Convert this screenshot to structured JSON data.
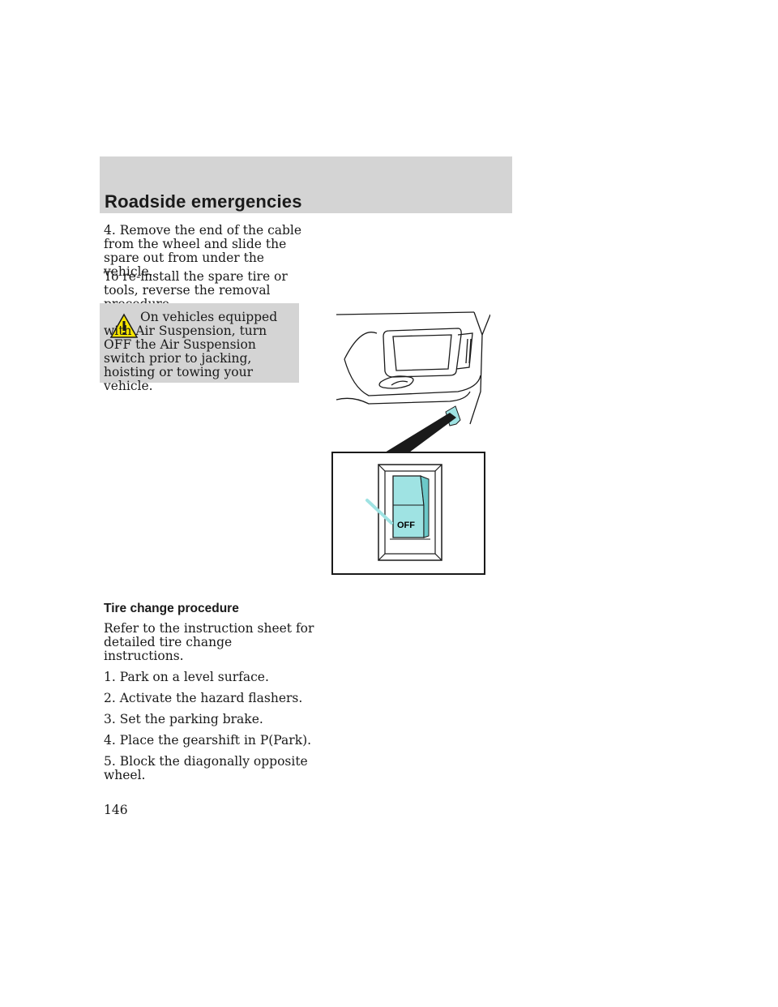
{
  "header": {
    "title": "Roadside emergencies"
  },
  "intro": {
    "step4": "4. Remove the end of the cable from the wheel and slide the spare out from under the vehicle.",
    "reinstall": "To re-install the spare tire or tools, reverse the removal procedure."
  },
  "warning": {
    "icon": "warning-triangle-icon",
    "text": "On vehicles equipped with Air Suspension, turn OFF the Air Suspension switch prior to jacking, hoisting or towing your vehicle."
  },
  "figure": {
    "switch_label": "OFF",
    "accent_color": "#9fe3e3"
  },
  "tire_change": {
    "heading": "Tire change procedure",
    "intro": "Refer to the instruction sheet for detailed tire change instructions.",
    "steps": [
      "1. Park on a level surface.",
      "2. Activate the hazard flashers.",
      "3. Set the parking brake.",
      "4. Place the gearshift in P(Park).",
      "5. Block the diagonally opposite wheel."
    ]
  },
  "page_number": "146"
}
